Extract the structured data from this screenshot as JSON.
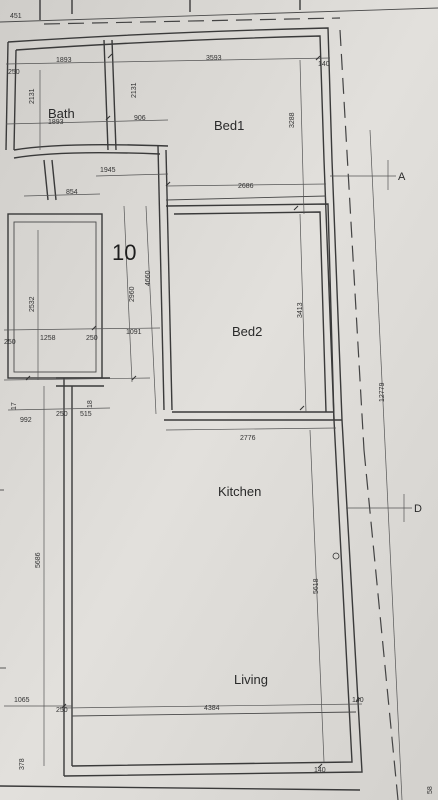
{
  "rooms": {
    "bath": "Bath",
    "bed1": "Bed1",
    "bed2": "Bed2",
    "kitchen": "Kitchen",
    "living": "Living"
  },
  "unit_number": "10",
  "axis_labels": {
    "a": "A",
    "d": "D"
  },
  "dimensions": {
    "d451": "451",
    "d1893_top": "1893",
    "d3593": "3593",
    "d2131_left": "2131",
    "d2131_right": "2131",
    "d1893_mid": "1893",
    "d906": "906",
    "d3288": "3288",
    "d1945": "1945",
    "d2686": "2686",
    "d854": "854",
    "d2532": "2532",
    "d2960": "2960",
    "d4660": "4660",
    "d3413": "3413",
    "d12779": "12779",
    "d1258": "1258",
    "d1091": "1091",
    "d992": "992",
    "d515": "515",
    "d2776": "2776",
    "d5686": "5686",
    "d5618": "5618",
    "d1065": "1065",
    "d4384": "4384",
    "d250_a": "250",
    "d250_b": "250",
    "d250_c": "250",
    "d250_d": "250",
    "d250_e": "250",
    "d140_a": "140",
    "d140_b": "140",
    "d140_c": "140",
    "d18": "18",
    "d17": "17",
    "d58": "58",
    "d378": "378"
  },
  "colors": {
    "paper": "#dedcd8",
    "ink": "#3a3a3a"
  }
}
